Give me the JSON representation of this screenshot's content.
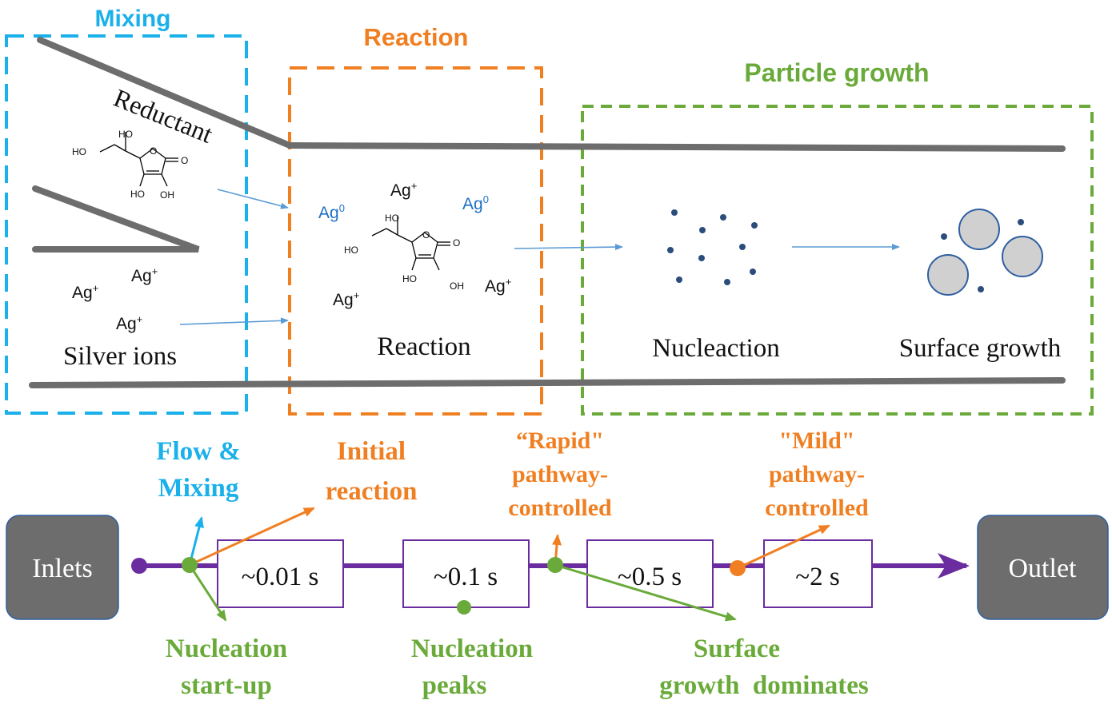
{
  "colors": {
    "mixing": "#1ab0ea",
    "reaction": "#f07f22",
    "growth": "#6aaa3a",
    "channel": "#6d6d6d",
    "purple": "#6a2c9e",
    "ag_blue": "#1f6fc5",
    "dot": "#2a4d7c",
    "arrow_thin": "#5b9bd5",
    "node_fill": "#6d6d6d"
  },
  "zones": {
    "mixing": "Mixing",
    "reaction": "Reaction",
    "growth": "Particle growth"
  },
  "channel": {
    "reductant": "Reductant",
    "silver_ions": "Silver ions",
    "reaction": "Reaction",
    "nucleation": "Nucleaction",
    "surface_growth": "Surface growth",
    "ag_plus": "Ag",
    "plus_sign": "+",
    "ag_zero": "Ag",
    "zero_sign": "0",
    "molecule": {
      "ho_top": "HO",
      "ho_left": "HO",
      "oh_bottom_left": "HO",
      "oh_bottom_right": "OH",
      "o_ring": "O",
      "o_carbonyl": "O"
    }
  },
  "timeline": {
    "inlets": "Inlets",
    "outlet": "Outlet",
    "steps": [
      "~0.01 s",
      "~0.1 s",
      "~0.5 s",
      "~2 s"
    ]
  },
  "annotations": {
    "flow_mixing": [
      "Flow &",
      "Mixing"
    ],
    "initial_reaction": [
      "Initial",
      "reaction"
    ],
    "rapid": [
      "“Rapid\"",
      "pathway-",
      "controlled"
    ],
    "mild": [
      "\"Mild\"",
      "pathway-",
      "controlled"
    ],
    "nucleation_startup": [
      "Nucleation",
      "start-up"
    ],
    "nucleation_peaks": [
      "Nucleation",
      "peaks"
    ],
    "surface_growth": [
      "Surface",
      "growth  dominates"
    ]
  }
}
